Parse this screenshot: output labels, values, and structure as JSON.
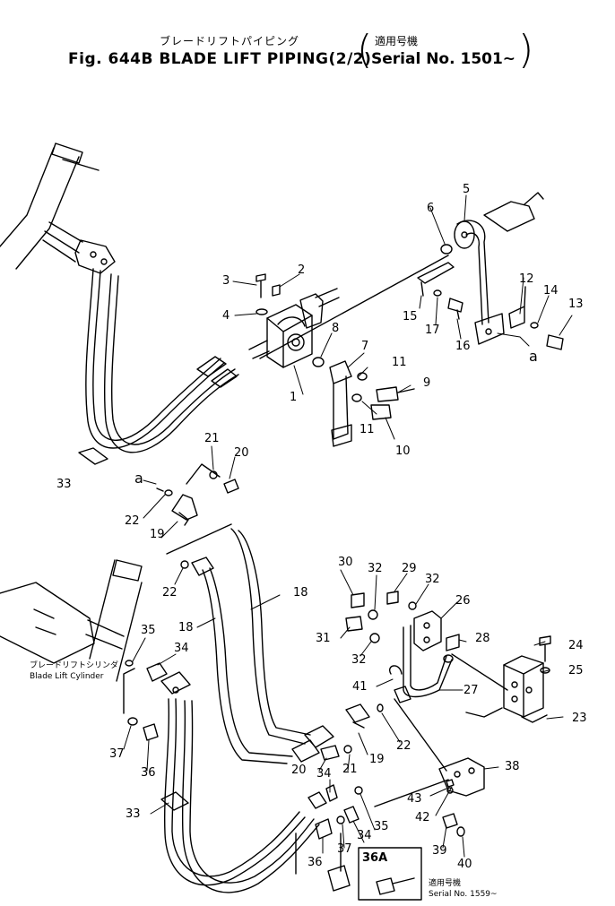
{
  "header": {
    "title_jp": "ブレードリフトパイピング",
    "title_en": "Fig. 644B BLADE LIFT PIPING(2/2)",
    "serial_jp": "適用号機",
    "serial_en": "Serial No. 1501~"
  },
  "labels": {
    "p1": "1",
    "p2": "2",
    "p3": "3",
    "p4": "4",
    "p5": "5",
    "p6": "6",
    "p7": "7",
    "p8": "8",
    "p9": "9",
    "p10": "10",
    "p11a": "11",
    "p11b": "11",
    "p12": "12",
    "p13": "13",
    "p14": "14",
    "p15": "15",
    "p16": "16",
    "p17": "17",
    "p18a": "18",
    "p18b": "18",
    "p19a": "19",
    "p19b": "19",
    "p20a": "20",
    "p20b": "20",
    "p21a": "21",
    "p21b": "21",
    "p22a": "22",
    "p22b": "22",
    "p22c": "22",
    "p23": "23",
    "p24": "24",
    "p25": "25",
    "p26": "26",
    "p27": "27",
    "p28": "28",
    "p29": "29",
    "p30": "30",
    "p31": "31",
    "p32a": "32",
    "p32b": "32",
    "p32c": "32",
    "p33a": "33",
    "p33b": "33",
    "p34a": "34",
    "p34b": "34",
    "p34c": "34",
    "p35a": "35",
    "p35b": "35",
    "p36a": "36",
    "p36b": "36",
    "p37a": "37",
    "p37b": "37",
    "p38": "38",
    "p39": "39",
    "p40": "40",
    "p41": "41",
    "p42": "42",
    "p43": "43",
    "a1": "a",
    "a2": "a"
  },
  "cylinder_note": {
    "jp": "ブレードリフトシリンダ",
    "en": "Blade Lift Cylinder"
  },
  "inset": {
    "label": "36A",
    "serial_jp": "適用号機",
    "serial_en": "Serial No. 1559~"
  }
}
